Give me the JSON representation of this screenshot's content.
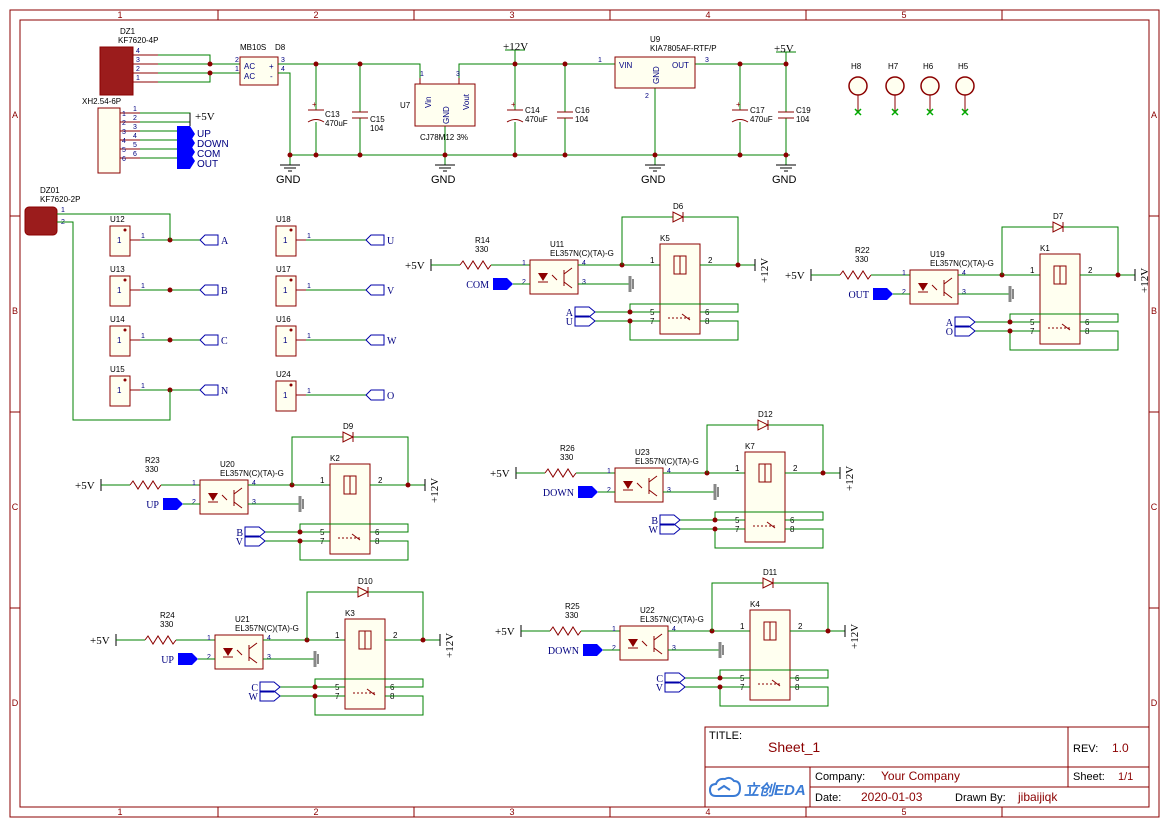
{
  "border": {
    "columns": [
      "1",
      "2",
      "3",
      "4",
      "5"
    ],
    "rows": [
      "A",
      "B",
      "C",
      "D"
    ]
  },
  "title_block": {
    "title_label": "TITLE:",
    "title": "Sheet_1",
    "rev_label": "REV:",
    "rev": "1.0",
    "company_label": "Company:",
    "company": "Your Company",
    "sheet_label": "Sheet:",
    "sheet": "1/1",
    "date_label": "Date:",
    "date": "2020-01-03",
    "drawn_label": "Drawn By:",
    "drawn": "jibaijiqk",
    "logo_text": "立创EDA"
  },
  "power": {
    "dz1_ref": "DZ1",
    "dz1_val": "KF7620-4P",
    "xh_val": "XH2.54-6P",
    "d8_val": "MB10S",
    "d8_ref": "D8",
    "d8_pin_ac1": "AC",
    "d8_pin_ac2": "AC",
    "d8_pin_plus": "+",
    "d8_pin_minus": "-",
    "c13_ref": "C13",
    "c13_val": "470uF",
    "c15_ref": "C15",
    "c15_val": "104",
    "u7_ref": "U7",
    "u7_val": "CJ78M12 3%",
    "u7_vin": "Vin",
    "u7_gnd": "GND",
    "u7_vout": "Vout",
    "c14_ref": "C14",
    "c14_val": "470uF",
    "c16_ref": "C16",
    "c16_val": "104",
    "u9_ref": "U9",
    "u9_val": "KIA7805AF-RTF/P",
    "u9_vin": "VIN",
    "u9_gnd": "GND",
    "u9_out": "OUT",
    "c17_ref": "C17",
    "c17_val": "470uF",
    "c19_ref": "C19",
    "c19_val": "104",
    "p12v": "+12V",
    "p5v": "+5V",
    "gnd": "GND",
    "xh_nets": [
      "UP",
      "DOWN",
      "COM",
      "OUT"
    ]
  },
  "holes": [
    "H8",
    "H7",
    "H6",
    "H5"
  ],
  "dz01": {
    "ref": "DZ01",
    "val": "KF7620-2P"
  },
  "jumpers": [
    {
      "ref": "U12",
      "net": "A"
    },
    {
      "ref": "U13",
      "net": "B"
    },
    {
      "ref": "U14",
      "net": "C"
    },
    {
      "ref": "U15",
      "net": "N"
    },
    {
      "ref": "U18",
      "net": "U"
    },
    {
      "ref": "U17",
      "net": "V"
    },
    {
      "ref": "U16",
      "net": "W"
    },
    {
      "ref": "U24",
      "net": "O"
    }
  ],
  "relay_blocks": [
    {
      "r_ref": "R14",
      "r_val": "330",
      "opto_ref": "U11",
      "opto_val": "EL357N(C)(TA)-G",
      "d_ref": "D6",
      "k_ref": "K5",
      "in_net": "COM",
      "sw1": "A",
      "sw2": "U",
      "supply": "+5V",
      "coil": "+12V"
    },
    {
      "r_ref": "R22",
      "r_val": "330",
      "opto_ref": "U19",
      "opto_val": "EL357N(C)(TA)-G",
      "d_ref": "D7",
      "k_ref": "K1",
      "in_net": "OUT",
      "sw1": "A",
      "sw2": "O",
      "supply": "+5V",
      "coil": "+12V"
    },
    {
      "r_ref": "R23",
      "r_val": "330",
      "opto_ref": "U20",
      "opto_val": "EL357N(C)(TA)-G",
      "d_ref": "D9",
      "k_ref": "K2",
      "in_net": "UP",
      "sw1": "B",
      "sw2": "V",
      "supply": "+5V",
      "coil": "+12V"
    },
    {
      "r_ref": "R26",
      "r_val": "330",
      "opto_ref": "U23",
      "opto_val": "EL357N(C)(TA)-G",
      "d_ref": "D12",
      "k_ref": "K7",
      "in_net": "DOWN",
      "sw1": "B",
      "sw2": "W",
      "supply": "+5V",
      "coil": "+12V"
    },
    {
      "r_ref": "R24",
      "r_val": "330",
      "opto_ref": "U21",
      "opto_val": "EL357N(C)(TA)-G",
      "d_ref": "D10",
      "k_ref": "K3",
      "in_net": "UP",
      "sw1": "C",
      "sw2": "W",
      "supply": "+5V",
      "coil": "+12V"
    },
    {
      "r_ref": "R25",
      "r_val": "330",
      "opto_ref": "U22",
      "opto_val": "EL357N(C)(TA)-G",
      "d_ref": "D11",
      "k_ref": "K4",
      "in_net": "DOWN",
      "sw1": "C",
      "sw2": "V",
      "supply": "+5V",
      "coil": "+12V"
    }
  ]
}
